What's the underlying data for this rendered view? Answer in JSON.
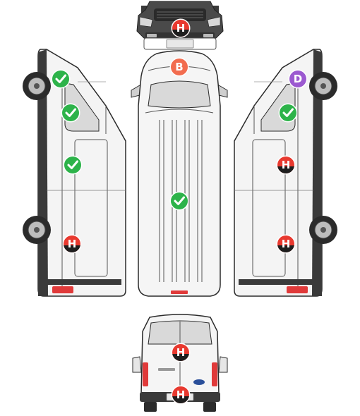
{
  "colors": {
    "ok": "#2db34a",
    "damage_h": "#e8392f",
    "damage_b": "#f26c4f",
    "damage_d": "#9b59d0",
    "body_outline": "#2b2b2b",
    "body_fill": "#f4f4f4",
    "glass": "#d9d9d9",
    "tail_light": "#e03a3a"
  },
  "views": {
    "front": "front-view",
    "top": "top-view",
    "left": "left-side-view",
    "right": "right-side-view",
    "rear": "rear-view"
  },
  "markers": [
    {
      "id": "front-bumper",
      "view": "front",
      "type": "letter",
      "letter": "H",
      "color": "damage_h",
      "icon": "h-badge-icon"
    },
    {
      "id": "roof-front",
      "view": "top",
      "type": "letter",
      "letter": "B",
      "color": "damage_b",
      "icon": "b-badge-icon"
    },
    {
      "id": "roof-center",
      "view": "top",
      "type": "ok",
      "color": "ok",
      "icon": "check-icon"
    },
    {
      "id": "left-mirror",
      "view": "left",
      "type": "ok",
      "color": "ok",
      "icon": "check-icon"
    },
    {
      "id": "left-front-door",
      "view": "left",
      "type": "ok",
      "color": "ok",
      "icon": "check-icon"
    },
    {
      "id": "left-side-panel",
      "view": "left",
      "type": "ok",
      "color": "ok",
      "icon": "check-icon"
    },
    {
      "id": "left-rear-panel",
      "view": "left",
      "type": "letter",
      "letter": "H",
      "color": "damage_h",
      "icon": "h-badge-icon"
    },
    {
      "id": "right-mirror",
      "view": "right",
      "type": "letter",
      "letter": "D",
      "color": "damage_d",
      "icon": "d-badge-icon"
    },
    {
      "id": "right-front-door",
      "view": "right",
      "type": "ok",
      "color": "ok",
      "icon": "check-icon"
    },
    {
      "id": "right-side-panel",
      "view": "right",
      "type": "letter",
      "letter": "H",
      "color": "damage_h",
      "icon": "h-badge-icon"
    },
    {
      "id": "right-rear-panel",
      "view": "right",
      "type": "letter",
      "letter": "H",
      "color": "damage_h",
      "icon": "h-badge-icon"
    },
    {
      "id": "rear-door",
      "view": "rear",
      "type": "letter",
      "letter": "H",
      "color": "damage_h",
      "icon": "h-badge-icon"
    },
    {
      "id": "rear-bumper",
      "view": "rear",
      "type": "letter",
      "letter": "H",
      "color": "damage_h",
      "icon": "h-badge-icon"
    }
  ]
}
